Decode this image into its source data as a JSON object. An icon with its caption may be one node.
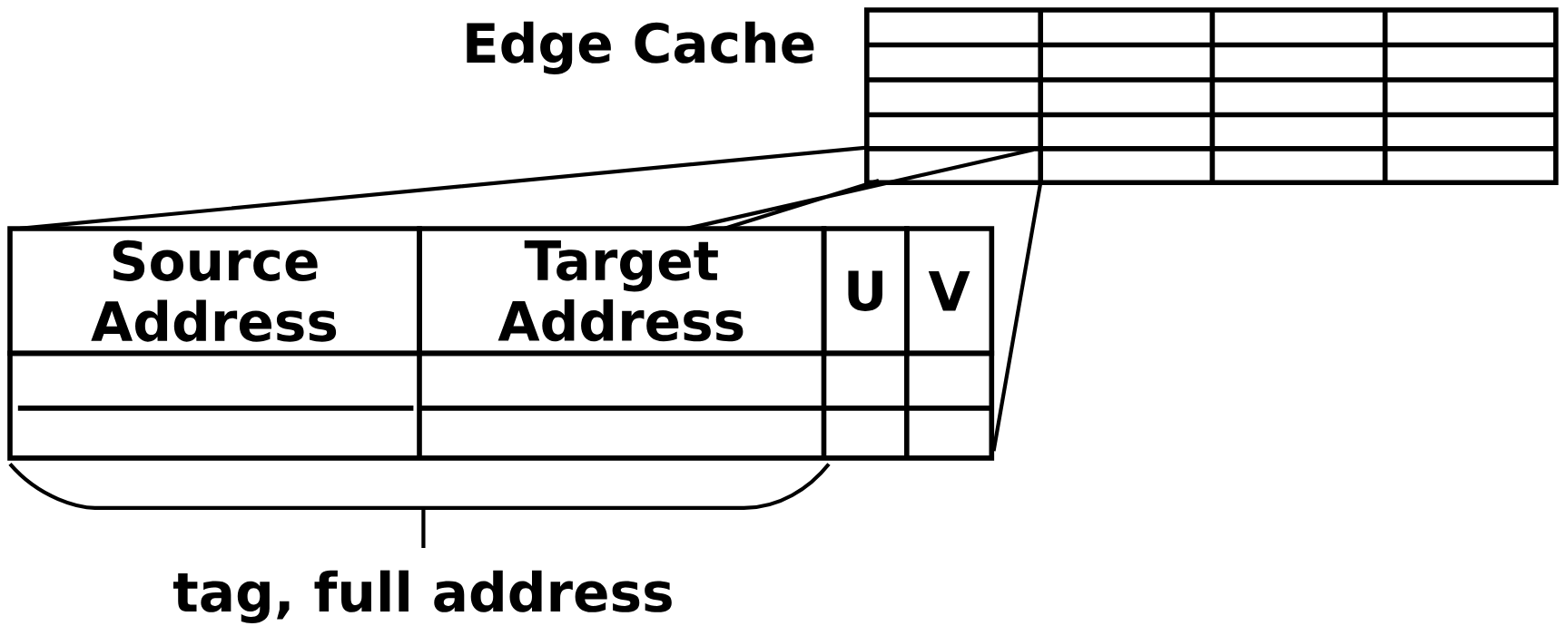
{
  "diagram": {
    "title": "Edge Cache",
    "nodes": [
      {
        "text": [
          "Source Address"
        ]
      },
      {
        "text": [
          "Target Address"
        ]
      },
      {
        "text": [
          "U"
        ]
      },
      {
        "text": [
          "V"
        ]
      }
    ],
    "labels": [
      "tag, full address"
    ]
  }
}
